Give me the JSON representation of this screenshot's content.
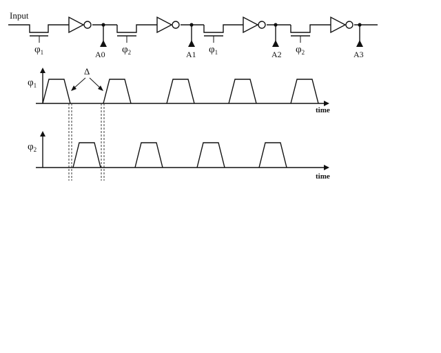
{
  "circuit": {
    "input_label": "Input",
    "switches": [
      {
        "phase_symbol": "φ",
        "subscript": "1"
      },
      {
        "phase_symbol": "φ",
        "subscript": "2"
      },
      {
        "phase_symbol": "φ",
        "subscript": "1"
      },
      {
        "phase_symbol": "φ",
        "subscript": "2"
      }
    ],
    "taps": [
      "A0",
      "A1",
      "A2",
      "A3"
    ]
  },
  "timing": {
    "delta_label": "Δ",
    "time_label": "time",
    "phi1": {
      "symbol": "φ",
      "subscript": "1",
      "pulses": 5
    },
    "phi2": {
      "symbol": "φ",
      "subscript": "2",
      "pulses": 4
    }
  }
}
